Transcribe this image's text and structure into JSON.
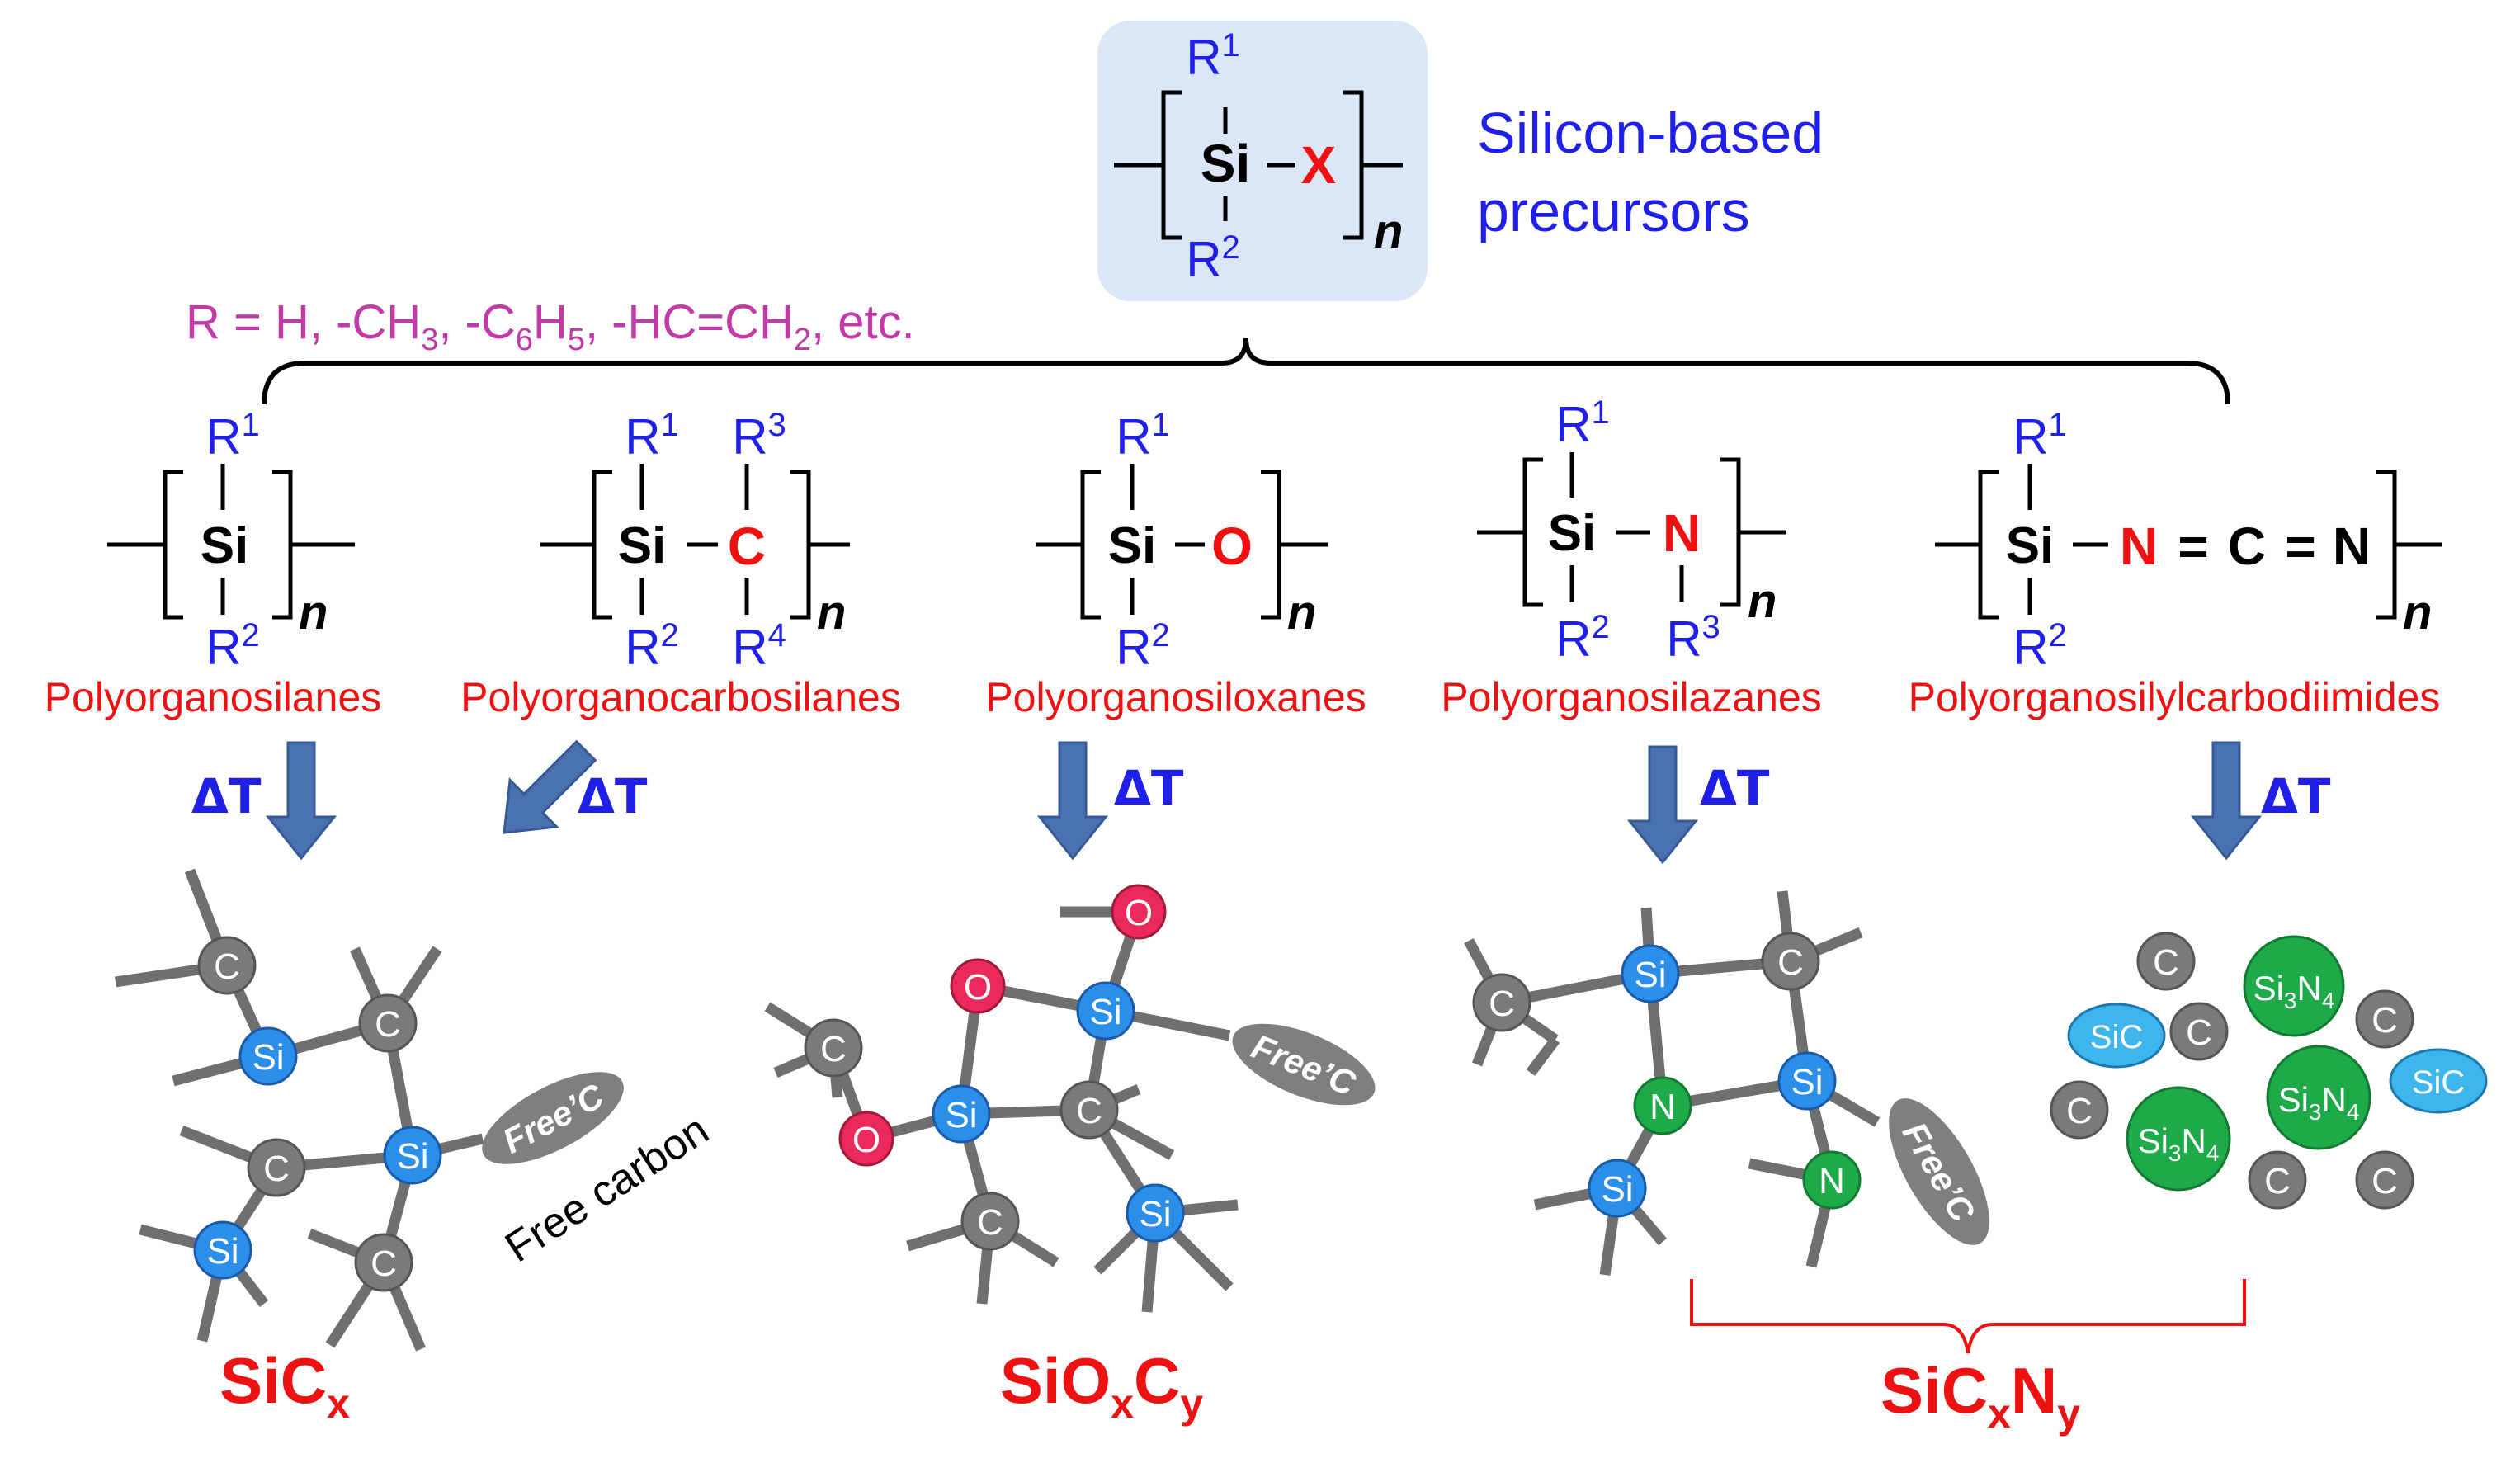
{
  "precursor": {
    "atom_si": "Si",
    "atom_x": "X",
    "r_top": "R",
    "r_top_sup": "1",
    "r_bottom": "R",
    "r_bottom_sup": "2",
    "repeat": "n",
    "caption_line1": "Silicon-based",
    "caption_line2": "precursors"
  },
  "r_definition": {
    "p1": "R = H, -CH",
    "s1": "3",
    "p2": ", -C",
    "s2": "6",
    "p3": "H",
    "s3": "5",
    "p4": ", -HC=CH",
    "s4": "2",
    "p5": ", etc."
  },
  "polymers": [
    {
      "name": "Polyorganosilanes",
      "si": "Si",
      "r1": "R",
      "r1_sup": "1",
      "r2": "R",
      "r2_sup": "2",
      "n": "n"
    },
    {
      "name": "Polyorganocarbosilanes",
      "si": "Si",
      "x": "C",
      "r1": "R",
      "r1_sup": "1",
      "r2": "R",
      "r2_sup": "2",
      "r3": "R",
      "r3_sup": "3",
      "r4": "R",
      "r4_sup": "4",
      "n": "n"
    },
    {
      "name": "Polyorganosiloxanes",
      "si": "Si",
      "x": "O",
      "r1": "R",
      "r1_sup": "1",
      "r2": "R",
      "r2_sup": "2",
      "n": "n"
    },
    {
      "name": "Polyorganosilazanes",
      "si": "Si",
      "x": "N",
      "r1": "R",
      "r1_sup": "1",
      "r2": "R",
      "r2_sup": "2",
      "r3": "R",
      "r3_sup": "3",
      "n": "n"
    },
    {
      "name": "Polyorganosilylcarbodiimides",
      "si": "Si",
      "x1": "N",
      "x2": "C",
      "x3": "N",
      "eq": "=",
      "r1": "R",
      "r1_sup": "1",
      "r2": "R",
      "r2_sup": "2",
      "n": "n"
    }
  ],
  "heat_label": "ΔT",
  "atoms": {
    "c": "C",
    "si": "Si",
    "o": "O",
    "n": "N"
  },
  "free_c": "Free’C",
  "free_carbon": "Free carbon",
  "si3n4": {
    "base": "Si",
    "sub1": "3",
    "mid": "N",
    "sub2": "4"
  },
  "sic": "SiC",
  "products": {
    "sicx": {
      "base": "SiC",
      "sub": "x"
    },
    "sioxcy": {
      "p1": "SiO",
      "s1": "x",
      "p2": "C",
      "s2": "y"
    },
    "sicxny": {
      "p1": "SiC",
      "s1": "x",
      "p2": "N",
      "s2": "y"
    }
  },
  "colors": {
    "blue_text": "#1f1fe8",
    "red_text": "#ee1111",
    "magenta_text": "#c23aa8",
    "box_fill": "#dbe7f6",
    "arrow_fill": "#4a72b0",
    "bond": "#6f6f6f",
    "c_atom": "#7a7a7a",
    "si_atom": "#2b8ee8",
    "o_atom": "#ea2a5a",
    "n_atom": "#1faa4a",
    "sic_atom": "#3fb5ee",
    "free_c": "#7f7f7f"
  }
}
